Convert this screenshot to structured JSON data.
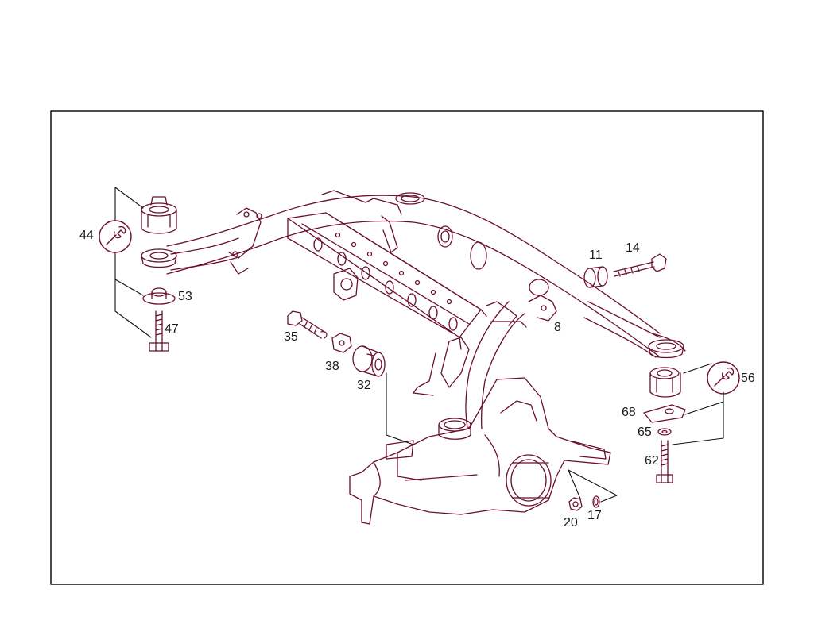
{
  "callouts": {
    "c44": "44",
    "c53": "53",
    "c47": "47",
    "c35": "35",
    "c38": "38",
    "c32": "32",
    "c11": "11",
    "c14": "14",
    "c8": "8",
    "c56": "56",
    "c68": "68",
    "c65": "65",
    "c62": "62",
    "c20": "20",
    "c17": "17"
  },
  "icons": {
    "torque_left": "wrench-icon",
    "torque_right": "wrench-icon"
  },
  "colors": {
    "line": "#6b0f2a",
    "frame": "#111111",
    "text": "#1a1a1a"
  }
}
